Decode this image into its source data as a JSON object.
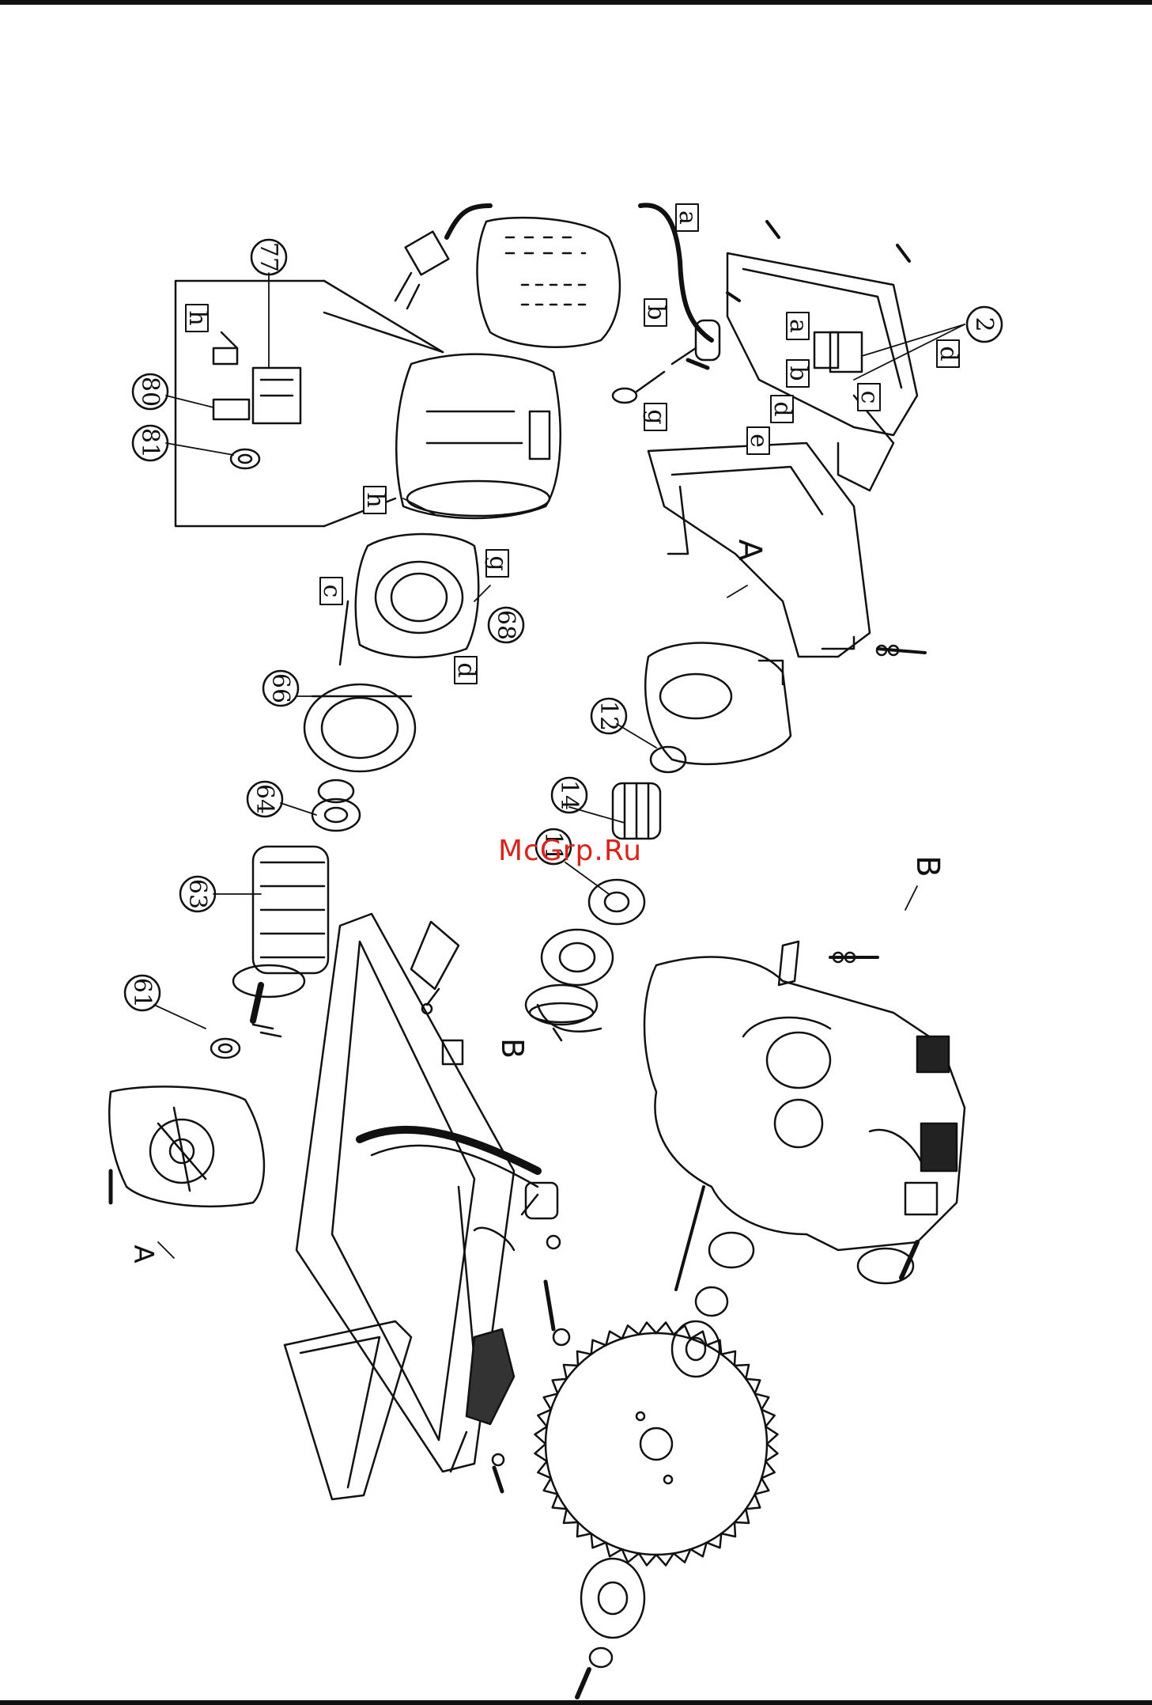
{
  "watermark": "McGrp.Ru",
  "group_labels": {
    "a": "A",
    "b": "B"
  },
  "part_numbers": {
    "p77": "77",
    "p80": "80",
    "p81": "81",
    "p2": "2",
    "p12": "12",
    "p14": "14",
    "p11": "11",
    "p61": "61",
    "p63": "63",
    "p64": "64",
    "p66": "66",
    "p68": "68"
  },
  "letter_tags": {
    "a1": "a",
    "b1": "b",
    "a2": "a",
    "b2": "b",
    "c1": "c",
    "d1": "d",
    "d2": "d",
    "e1": "e",
    "g1": "g",
    "g2": "g",
    "h1": "h",
    "h2": "h",
    "c2": "c",
    "d3": "d"
  },
  "colors": {
    "line": "#111111",
    "watermark": "#d9241c",
    "background": "#ffffff"
  }
}
